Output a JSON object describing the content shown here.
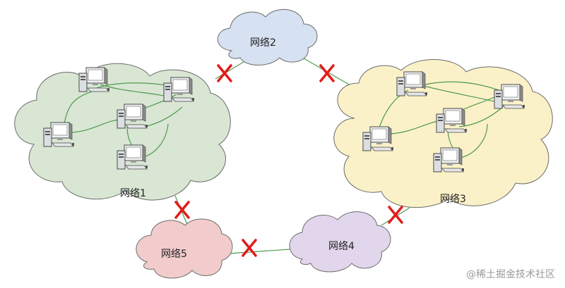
{
  "networks": {
    "n1": {
      "label": "网络1",
      "color": "#d8e6d3"
    },
    "n2": {
      "label": "网络2",
      "color": "#d6e1f1"
    },
    "n3": {
      "label": "网络3",
      "color": "#fbf1c8"
    },
    "n4": {
      "label": "网络4",
      "color": "#e2d6ec"
    },
    "n5": {
      "label": "网络5",
      "color": "#f2cccc"
    }
  },
  "colors": {
    "link": "#4f9a4f",
    "cross": "#e31b1b",
    "outline": "#6b6b6b"
  },
  "icons": {
    "computer": "desktop-computer-icon",
    "cross": "red-x-broken-link-icon"
  },
  "watermark": "@稀土掘金技术社区"
}
